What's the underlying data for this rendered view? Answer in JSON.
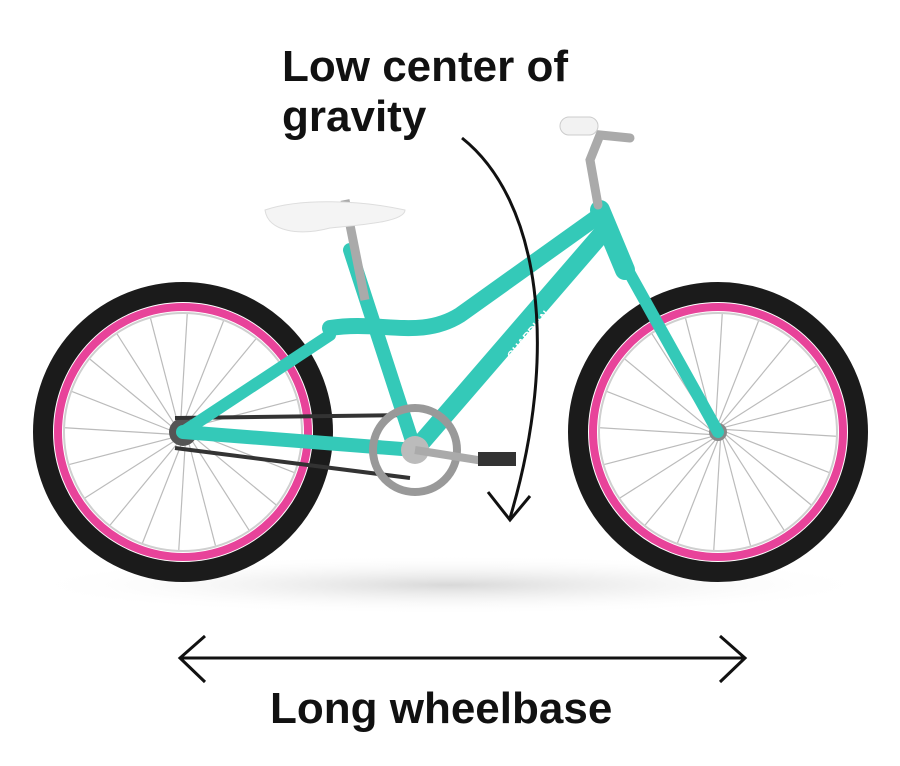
{
  "annotations": {
    "center_of_gravity": "Low center of gravity",
    "wheelbase": "Long wheelbase"
  },
  "bike": {
    "brand_text": "GUARDIAN",
    "colors": {
      "frame": "#34c9b8",
      "rim": "#e8439a",
      "tire": "#1b1b1b",
      "saddle": "#f4f4f4"
    }
  }
}
